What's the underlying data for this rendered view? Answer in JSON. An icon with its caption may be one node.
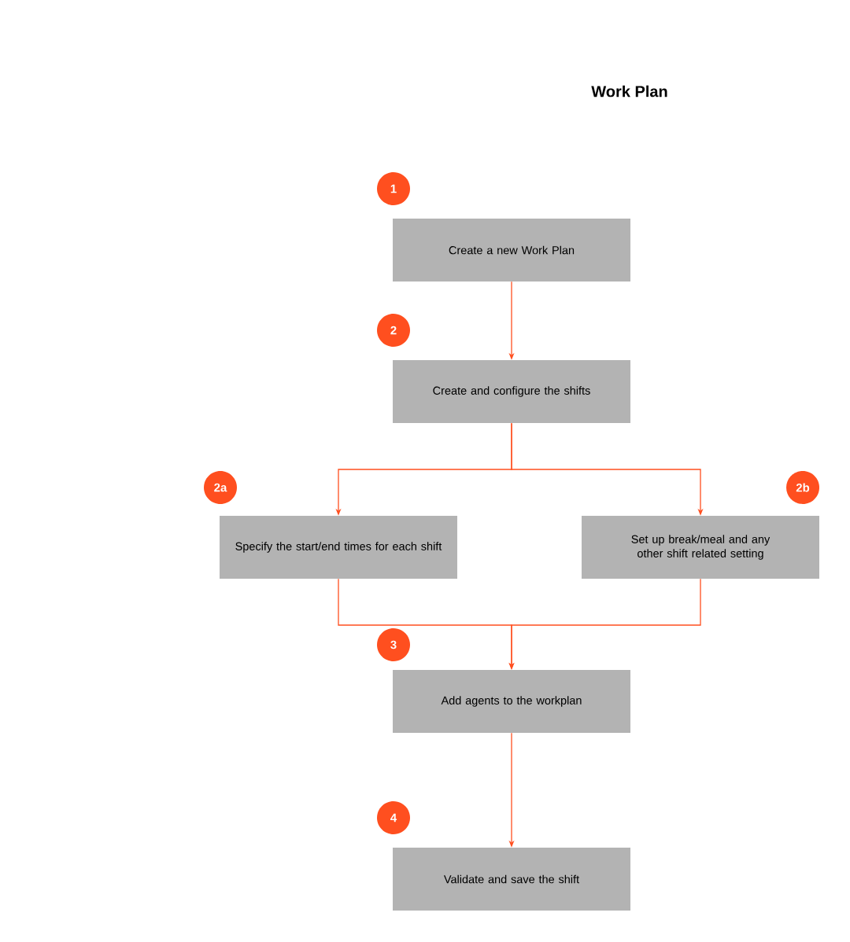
{
  "diagram": {
    "title": "Work Plan",
    "nodes": [
      {
        "text": [
          "Create a new Work Plan"
        ]
      },
      {
        "text": [
          "Create and configure the shifts"
        ]
      },
      {
        "text": [
          "Specify the start/end times for each shift"
        ]
      },
      {
        "text": [
          "Set up break/meal and any other shift related setting"
        ]
      },
      {
        "text": [
          "Add agents to the workplan"
        ]
      },
      {
        "text": [
          "Validate and save the shift"
        ]
      }
    ],
    "edges": [
      {
        "from": 0,
        "to": 1,
        "arrow": "to"
      },
      {
        "from": 1,
        "to": 2,
        "arrow": "to"
      },
      {
        "from": 1,
        "to": 3,
        "arrow": "to"
      },
      {
        "from": 2,
        "to": 4,
        "arrow": "to"
      },
      {
        "from": 3,
        "to": 4,
        "arrow": "to"
      },
      {
        "from": 4,
        "to": 5,
        "arrow": "to"
      }
    ],
    "labels": [
      "1",
      "2",
      "2a",
      "2b",
      "3",
      "4"
    ]
  }
}
